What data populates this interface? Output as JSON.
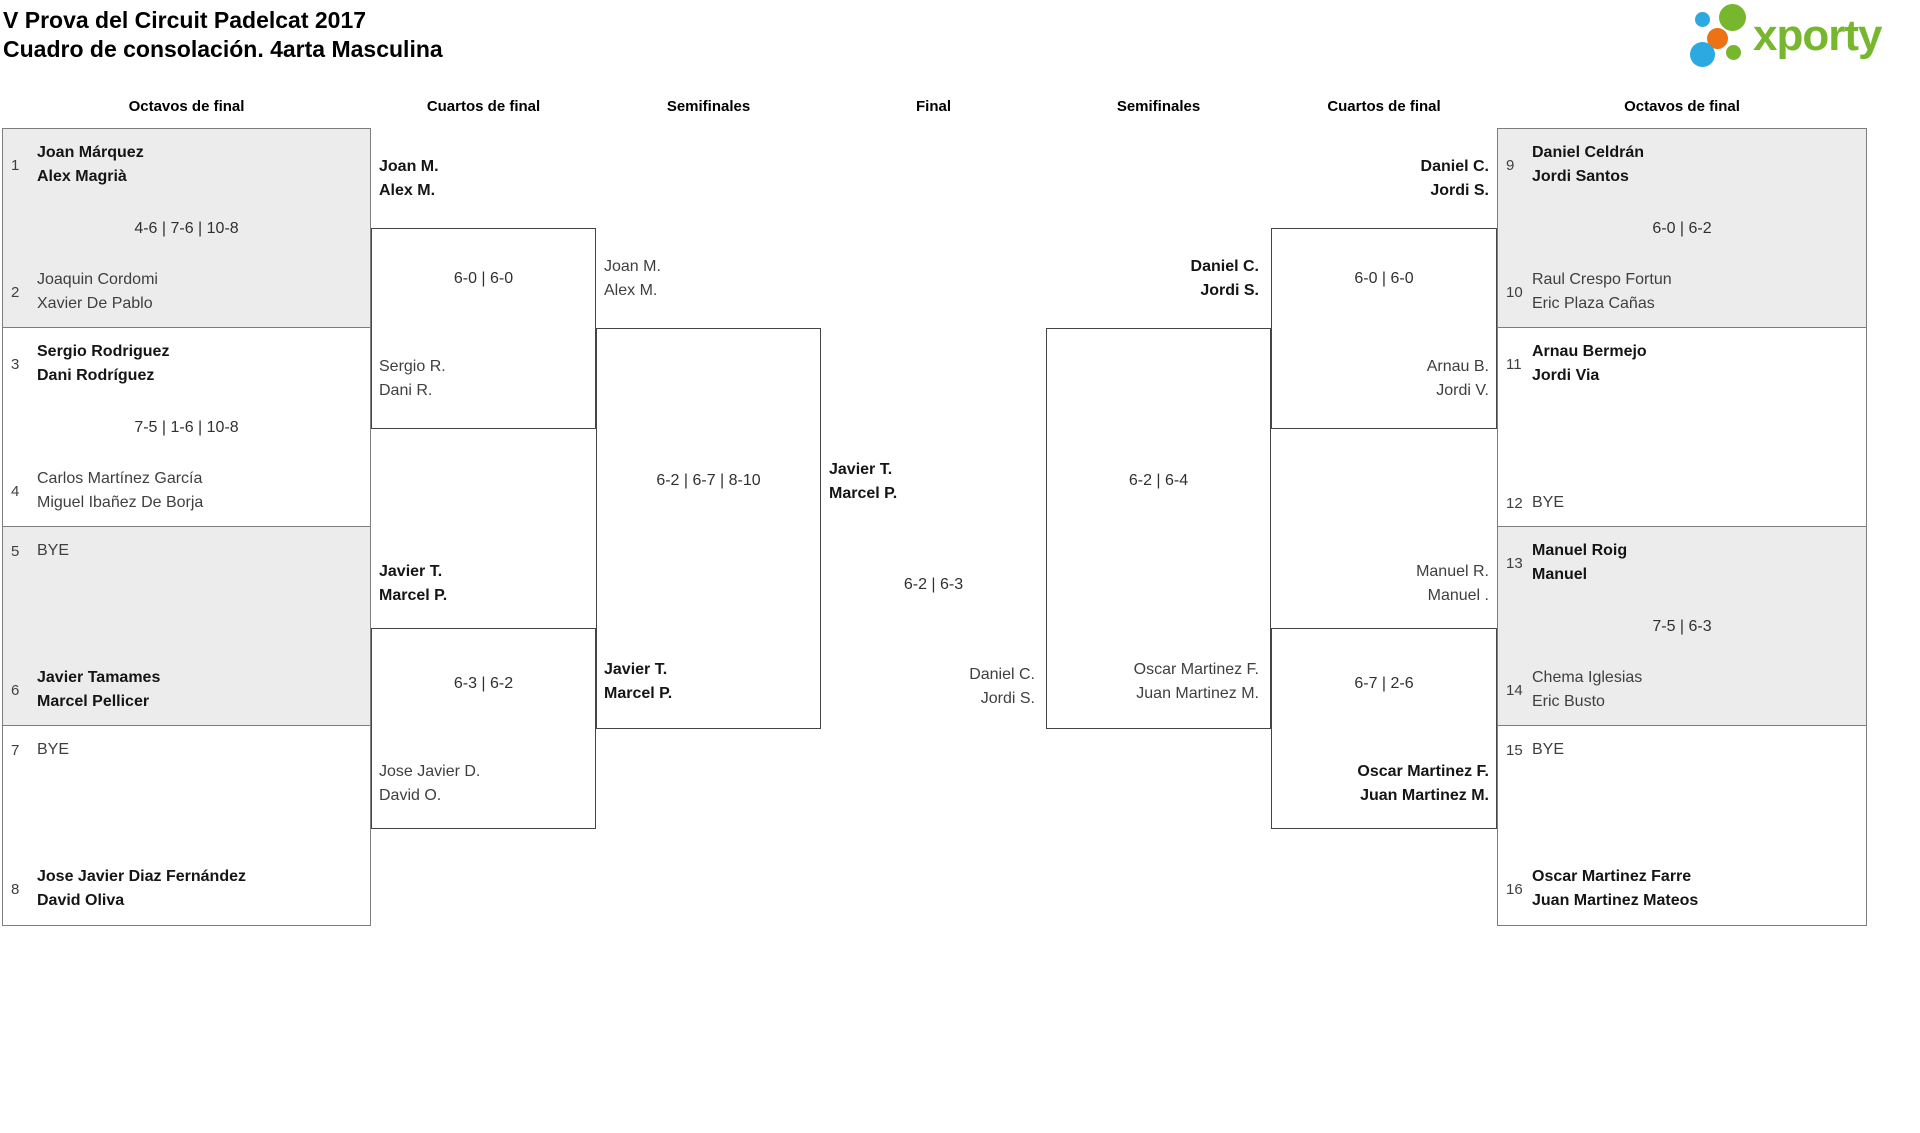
{
  "title": {
    "line1": "V Prova del Circuit Padelcat 2017",
    "line2": "Cuadro de consolación. 4arta Masculina"
  },
  "logo": {
    "text": "xporty"
  },
  "colors": {
    "logo_green": "#76b72e",
    "logo_blue": "#2ba9e0",
    "logo_orange": "#ec7214",
    "shaded_box": "#ececec",
    "box_border": "#7e7e7e",
    "inner_box_border": "#454545"
  },
  "round_headers": [
    "Octavos de final",
    "Cuartos de final",
    "Semifinales",
    "Final",
    "Semifinales",
    "Cuartos de final",
    "Octavos de final"
  ],
  "matches": {
    "l16_1": {
      "seed_a": "1",
      "a1": "Joan Márquez",
      "a2": "Alex Magrià",
      "score": "4-6 | 7-6 | 10-8",
      "seed_b": "2",
      "b1": "Joaquin Cordomi",
      "b2": "Xavier De Pablo"
    },
    "l16_2": {
      "seed_a": "3",
      "a1": "Sergio Rodriguez",
      "a2": "Dani Rodríguez",
      "score": "7-5 | 1-6 | 10-8",
      "seed_b": "4",
      "b1": "Carlos Martínez García",
      "b2": "Miguel Ibañez De Borja"
    },
    "l16_3": {
      "seed_a": "5",
      "a1": "BYE",
      "a2": "",
      "score": "",
      "seed_b": "6",
      "b1": "Javier Tamames",
      "b2": "Marcel Pellicer"
    },
    "l16_4": {
      "seed_a": "7",
      "a1": "BYE",
      "a2": "",
      "score": "",
      "seed_b": "8",
      "b1": "Jose Javier Diaz Fernández",
      "b2": "David Oliva"
    },
    "lqf_1": {
      "a1": "Joan M.",
      "a2": "Alex M.",
      "score": "6-0 | 6-0",
      "b1": "Sergio R.",
      "b2": "Dani R."
    },
    "lqf_2": {
      "a1": "Javier T.",
      "a2": "Marcel P.",
      "score": "6-3 | 6-2",
      "b1": "Jose Javier D.",
      "b2": "David O."
    },
    "lsf": {
      "a1": "Joan M.",
      "a2": "Alex M.",
      "score": "6-2 | 6-7 | 8-10",
      "b1": "Javier T.",
      "b2": "Marcel P."
    },
    "final": {
      "a1": "Javier T.",
      "a2": "Marcel P.",
      "score": "6-2 | 6-3",
      "b1": "Daniel C.",
      "b2": "Jordi S."
    },
    "rsf": {
      "a1": "Daniel C.",
      "a2": "Jordi S.",
      "score": "6-2 | 6-4",
      "b1": "Oscar Martinez F.",
      "b2": "Juan Martinez M."
    },
    "rqf_1": {
      "a1": "Daniel C.",
      "a2": "Jordi S.",
      "score": "6-0 | 6-0",
      "b1": "Arnau B.",
      "b2": "Jordi V."
    },
    "rqf_2": {
      "a1": "Manuel R.",
      "a2": "Manuel .",
      "score": "6-7 | 2-6",
      "b1": "Oscar Martinez F.",
      "b2": "Juan Martinez M."
    },
    "r16_1": {
      "seed_a": "9",
      "a1": "Daniel Celdrán",
      "a2": "Jordi Santos",
      "score": "6-0 | 6-2",
      "seed_b": "10",
      "b1": "Raul Crespo Fortun",
      "b2": "Eric Plaza Cañas"
    },
    "r16_2": {
      "seed_a": "11",
      "a1": "Arnau Bermejo",
      "a2": "Jordi Via",
      "score": "",
      "seed_b": "12",
      "b1": "BYE",
      "b2": ""
    },
    "r16_3": {
      "seed_a": "13",
      "a1": "Manuel Roig",
      "a2": "Manuel",
      "score": "7-5 | 6-3",
      "seed_b": "14",
      "b1": "Chema Iglesias",
      "b2": "Eric Busto"
    },
    "r16_4": {
      "seed_a": "15",
      "a1": "BYE",
      "a2": "",
      "score": "",
      "seed_b": "16",
      "b1": "Oscar Martinez Farre",
      "b2": "Juan Martinez Mateos"
    }
  }
}
